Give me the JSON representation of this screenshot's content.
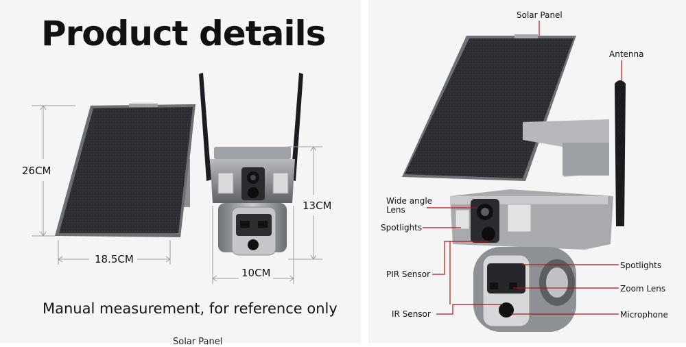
{
  "left": {
    "headline": "Product details",
    "note": "Manual measurement, for reference only",
    "dimensions": {
      "panel_height": "26CM",
      "panel_width": "18.5CM",
      "camera_height": "13CM",
      "camera_width": "10CM"
    },
    "cutoff_caption": "Solar Panel"
  },
  "right": {
    "labels": {
      "solar_panel": "Solar Panel",
      "antenna": "Antenna",
      "wide_angle_lens_1": "Wide angle",
      "wide_angle_lens_2": "Lens",
      "spotlights_left": "Spotlights",
      "pir_sensor": "PIR Sensor",
      "ir_sensor": "IR Sensor",
      "spotlights_right": "Spotlights",
      "zoom_lens": "Zoom Lens",
      "microphone": "Microphone"
    }
  },
  "colors": {
    "callout_red": "#b3121a",
    "dimension_line": "#9a9a9a",
    "panel_bg": "#f5f5f5"
  }
}
